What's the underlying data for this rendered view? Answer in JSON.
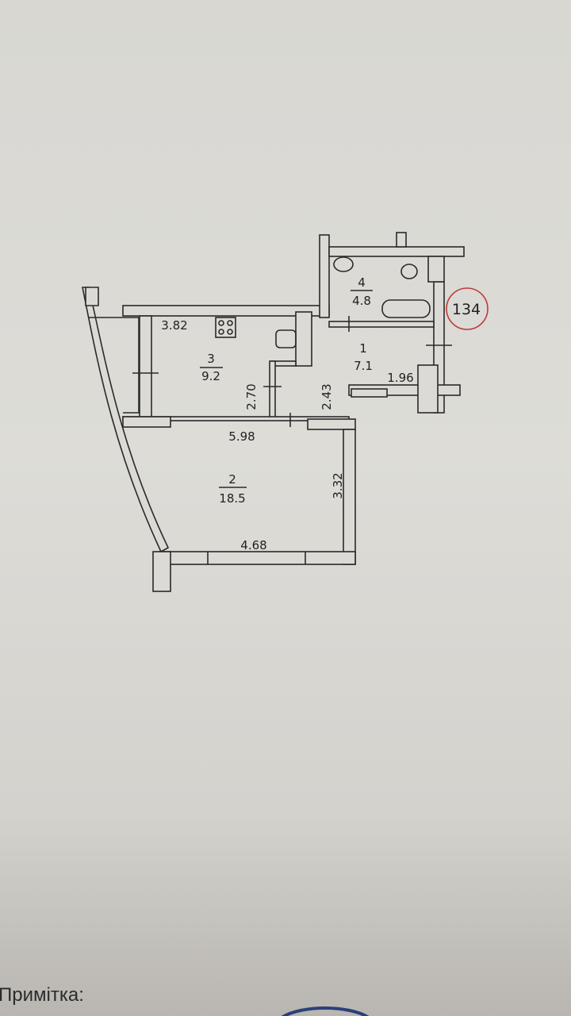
{
  "plan": {
    "apartment_number": "134",
    "rooms": [
      {
        "number": "1",
        "area": "7.1"
      },
      {
        "number": "2",
        "area": "18.5"
      },
      {
        "number": "3",
        "area": "9.2"
      },
      {
        "number": "4",
        "area": "4.8"
      }
    ],
    "dimensions": {
      "kitchen_width": "3.82",
      "kitchen_depth": "2.70",
      "hall_depth": "2.43",
      "hall_width": "1.96",
      "room_top": "5.98",
      "room_depth": "3.32",
      "room_bottom": "4.68"
    },
    "stamp_color": "#c0393b"
  },
  "footer": {
    "note_label": "Примітка:"
  }
}
